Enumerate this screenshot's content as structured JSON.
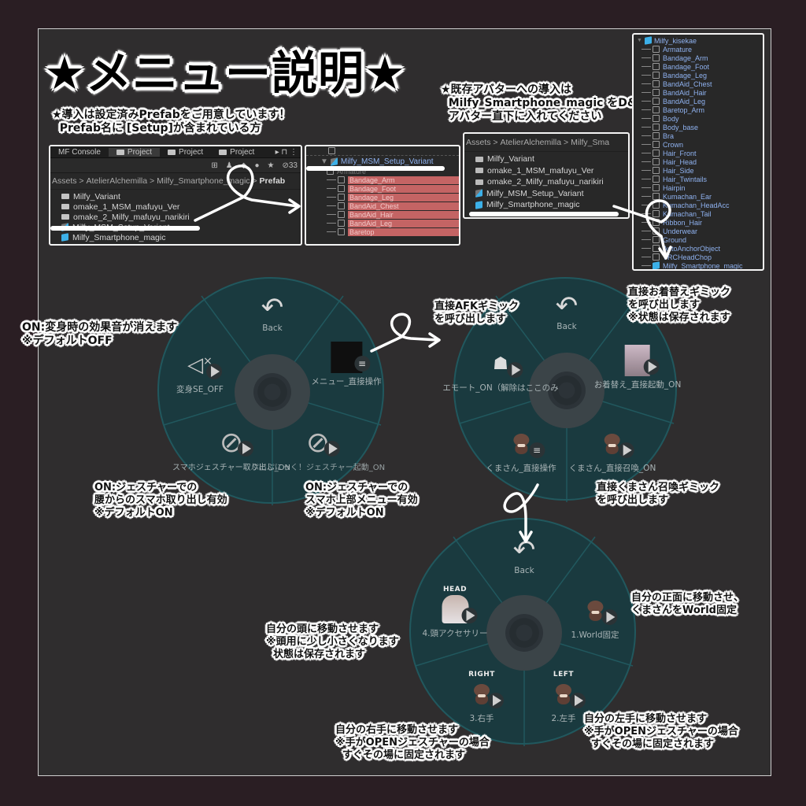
{
  "title": "★メニュー説明★",
  "colors": {
    "page_bg": "#2a1e23",
    "panel_bg": "#2f2d2e",
    "radial_bg": "#1a3a3f",
    "radial_border": "#21585e",
    "highlight_red": "#c46464",
    "hierarchy_text": "#8fb2f0"
  },
  "setup_note": {
    "line1": "★導入は設定済みPrefabをご用意しています！",
    "line2": "  Prefab名に [Setup]が含まれている方"
  },
  "existing_note": {
    "line1": "★既存アバターへの導入は",
    "line2": "  Milfy_Smartphone_magic をD&Dで",
    "line3": "  アバター直下に入れてください"
  },
  "project_panel": {
    "tabs": [
      "MF Console",
      "Project",
      "Project",
      "Project"
    ],
    "toolbar": {
      "hidden_count": "33"
    },
    "breadcrumb": [
      "Assets",
      "AtelierAlchemilla",
      "Milfy_Smartphone_magic",
      "Prefab"
    ],
    "items": [
      {
        "type": "folder",
        "name": "Milfy_Variant"
      },
      {
        "type": "folder",
        "name": "omake_1_MSM_mafuyu_Ver"
      },
      {
        "type": "folder",
        "name": "omake_2_Milfy_mafuyu_narikiri"
      },
      {
        "type": "prefab-variant",
        "name": "Milfy_MSM_Setup_Variant"
      },
      {
        "type": "prefab",
        "name": "Milfy_Smartphone_magic"
      }
    ]
  },
  "setup_hierarchy": {
    "root": "Milfy_MSM_Setup_Variant",
    "children": [
      "Armature",
      "Bandage_Arm",
      "Bandage_Foot",
      "Bandage_Leg",
      "BandAid_Chest",
      "BandAid_Hair",
      "BandAid_Leg",
      "Baretop"
    ]
  },
  "project_panel_2": {
    "breadcrumb": [
      "Assets",
      "AtelierAlchemilla",
      "Milfy_Sma"
    ],
    "items": [
      {
        "type": "folder",
        "name": "Milfy_Variant"
      },
      {
        "type": "folder",
        "name": "omake_1_MSM_mafuyu_Ver"
      },
      {
        "type": "folder",
        "name": "omake_2_Milfy_mafuyu_narikiri"
      },
      {
        "type": "prefab-variant",
        "name": "Milfy_MSM_Setup_Variant"
      },
      {
        "type": "prefab",
        "name": "Milfy_Smartphone_magic"
      }
    ]
  },
  "avatar_hierarchy": {
    "root": "Milfy_kisekae",
    "children": [
      "Armature",
      "Bandage_Arm",
      "Bandage_Foot",
      "Bandage_Leg",
      "BandAid_Chest",
      "BandAid_Hair",
      "BandAid_Leg",
      "Baretop_Arm",
      "Body",
      "Body_base",
      "Bra",
      "Crown",
      "Hair_Front",
      "Hair_Head",
      "Hair_Side",
      "Hair_Twintails",
      "Hairpin",
      "Kumachan_Ear",
      "Kumachan_HeadAcc",
      "Kumachan_Tail",
      "Ribbon_Hair",
      "Underwear",
      "Ground",
      "AutoAnchorObject",
      "VRCHeadChop",
      "Milfy_Smartphone_magic"
    ]
  },
  "menu1": {
    "back": "Back",
    "items": [
      {
        "label": "変身SE_OFF",
        "icon": "speaker-mute-icon"
      },
      {
        "label": "メニュー_直接操作",
        "icon": "menu-thumbnail-icon"
      },
      {
        "label": "スマホジェスチャー取り出し_ON",
        "icon": "no-hand-gesture-icon"
      },
      {
        "label": "ぷにぷにっく！ジェスチャー起動_ON",
        "icon": "no-phone-icon"
      }
    ]
  },
  "menu2": {
    "back": "Back",
    "items": [
      {
        "label": "エモート_ON（解除はここのみ",
        "icon": "afk-pose-icon"
      },
      {
        "label": "お着替え_直接起動_ON",
        "icon": "outfit-thumbnail-icon"
      },
      {
        "label": "くまさん_直接操作",
        "icon": "bear-submenu-icon"
      },
      {
        "label": "くまさん_直接召喚_ON",
        "icon": "bear-summon-icon"
      }
    ]
  },
  "menu3": {
    "back": "Back",
    "items": [
      {
        "label": "4.頭アクセサリー",
        "tag": "HEAD",
        "icon": "bear-head-icon"
      },
      {
        "label": "1.World固定",
        "tag": "",
        "icon": "bear-world-icon"
      },
      {
        "label": "3.右手",
        "tag": "RIGHT",
        "icon": "bear-right-icon"
      },
      {
        "label": "2.左手",
        "tag": "LEFT",
        "icon": "bear-left-icon"
      }
    ]
  },
  "captions": {
    "se_off": "ON:変身時の効果音が消えます\n※デフォルトOFF",
    "waist_phone": "ON:ジェスチャーでの\n腰からのスマホ取り出し有効\n※デフォルトON",
    "phone_menu": "ON:ジェスチャーでの\nスマホ上部メニュー有効\n※デフォルトON",
    "afk": "直接AFKギミック\nを呼び出します",
    "outfit": "直接お着替えギミック\nを呼び出します\n※状態は保存されます",
    "bear_summon": "直接くまさん召喚ギミック\nを呼び出します",
    "world_fix": "自分の正面に移動させ、\nくまさんをWorld固定",
    "head": "自分の頭に移動させます\n※頭用に少し小さくなります\n  状態は保存されます",
    "right_hand": "自分の右手に移動させます\n※手がOPENジェスチャーの場合\n  すぐその場に固定されます",
    "left_hand": "自分の左手に移動させます\n※手がOPENジェスチャーの場合\n  すぐその場に固定されます"
  }
}
